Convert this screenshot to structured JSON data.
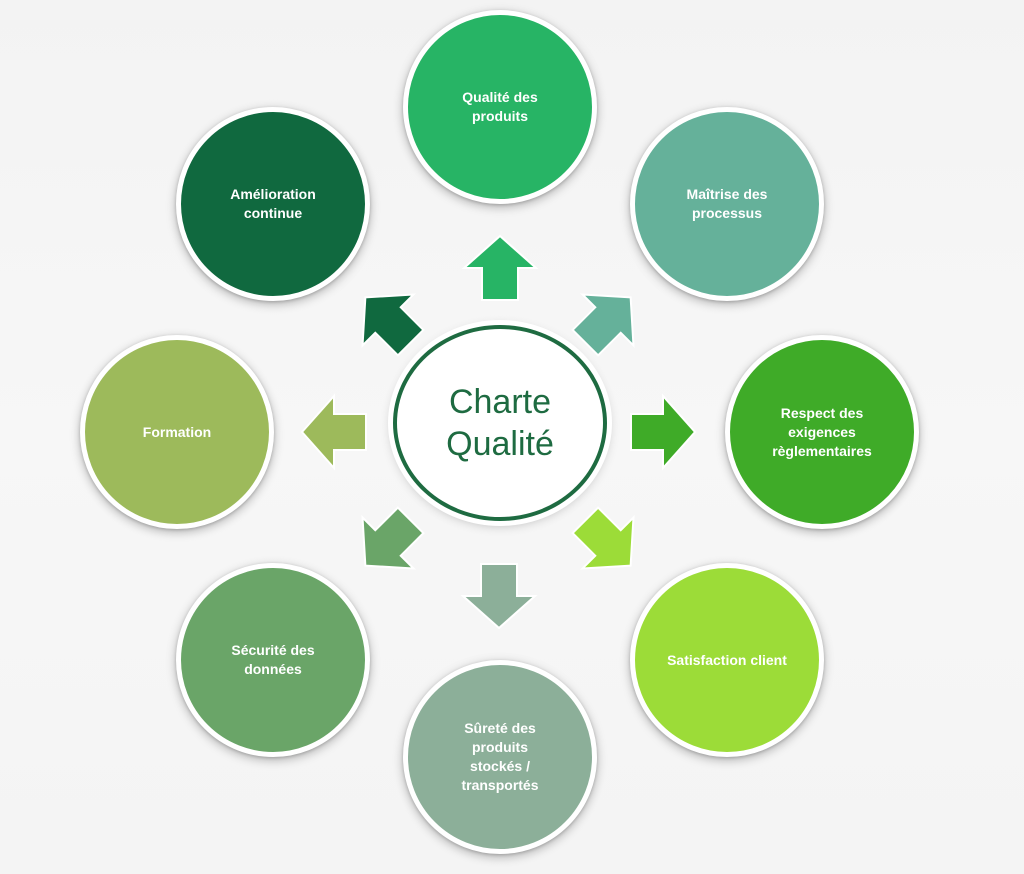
{
  "center": {
    "label": "Charte\nQualité",
    "color": "#1e6b41"
  },
  "nodes": [
    {
      "id": "qualite-produits",
      "label": "Qualité des\nproduits",
      "color": "#27b465"
    },
    {
      "id": "maitrise-processus",
      "label": "Maîtrise des\nprocessus",
      "color": "#65b19a"
    },
    {
      "id": "respect-exigences",
      "label": "Respect des\nexigences\nrèglementaires",
      "color": "#3fab28"
    },
    {
      "id": "satisfaction",
      "label": "Satisfaction client",
      "color": "#9cdc38"
    },
    {
      "id": "surete",
      "label": "Sûreté des produits\nstockés /\ntransportés",
      "color": "#8caf99"
    },
    {
      "id": "securite",
      "label": "Sécurité des\ndonnées",
      "color": "#6aa568"
    },
    {
      "id": "formation",
      "label": "Formation",
      "color": "#9dba5b"
    },
    {
      "id": "amelioration",
      "label": "Amélioration\ncontinue",
      "color": "#10693f"
    }
  ],
  "arrows": [
    {
      "id": "qualite-produits",
      "color": "#27b465"
    },
    {
      "id": "maitrise-processus",
      "color": "#65b19a"
    },
    {
      "id": "respect-exigences",
      "color": "#3fab28"
    },
    {
      "id": "satisfaction",
      "color": "#9cdc38"
    },
    {
      "id": "surete",
      "color": "#8caf99"
    },
    {
      "id": "securite",
      "color": "#6aa568"
    },
    {
      "id": "formation",
      "color": "#9dba5b"
    },
    {
      "id": "amelioration",
      "color": "#10693f"
    }
  ]
}
